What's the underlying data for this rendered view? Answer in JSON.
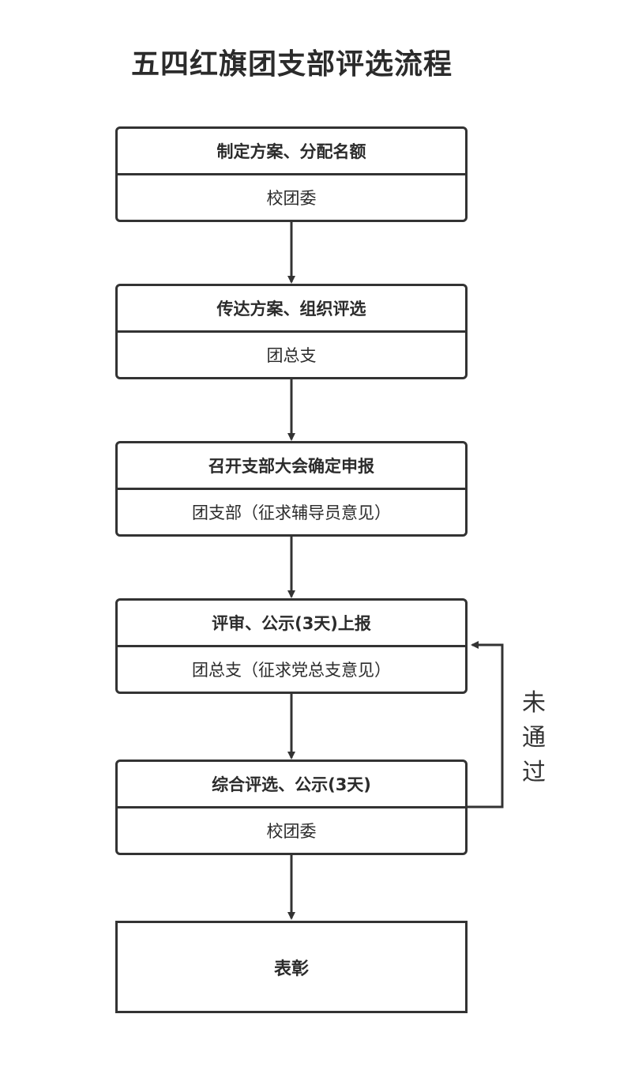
{
  "title": "五四红旗团支部评选流程",
  "steps": [
    {
      "action": "制定方案、分配名额",
      "actor": "校团委"
    },
    {
      "action": "传达方案、组织评选",
      "actor": "团总支"
    },
    {
      "action": "召开支部大会确定申报",
      "actor": "团支部（征求辅导员意见）"
    },
    {
      "action": "评审、公示(3天)上报",
      "actor": "团总支（征求党总支意见）"
    },
    {
      "action": "综合评选、公示(3天)",
      "actor": "校团委"
    }
  ],
  "final_step": "表彰",
  "loop_label": "未通过"
}
